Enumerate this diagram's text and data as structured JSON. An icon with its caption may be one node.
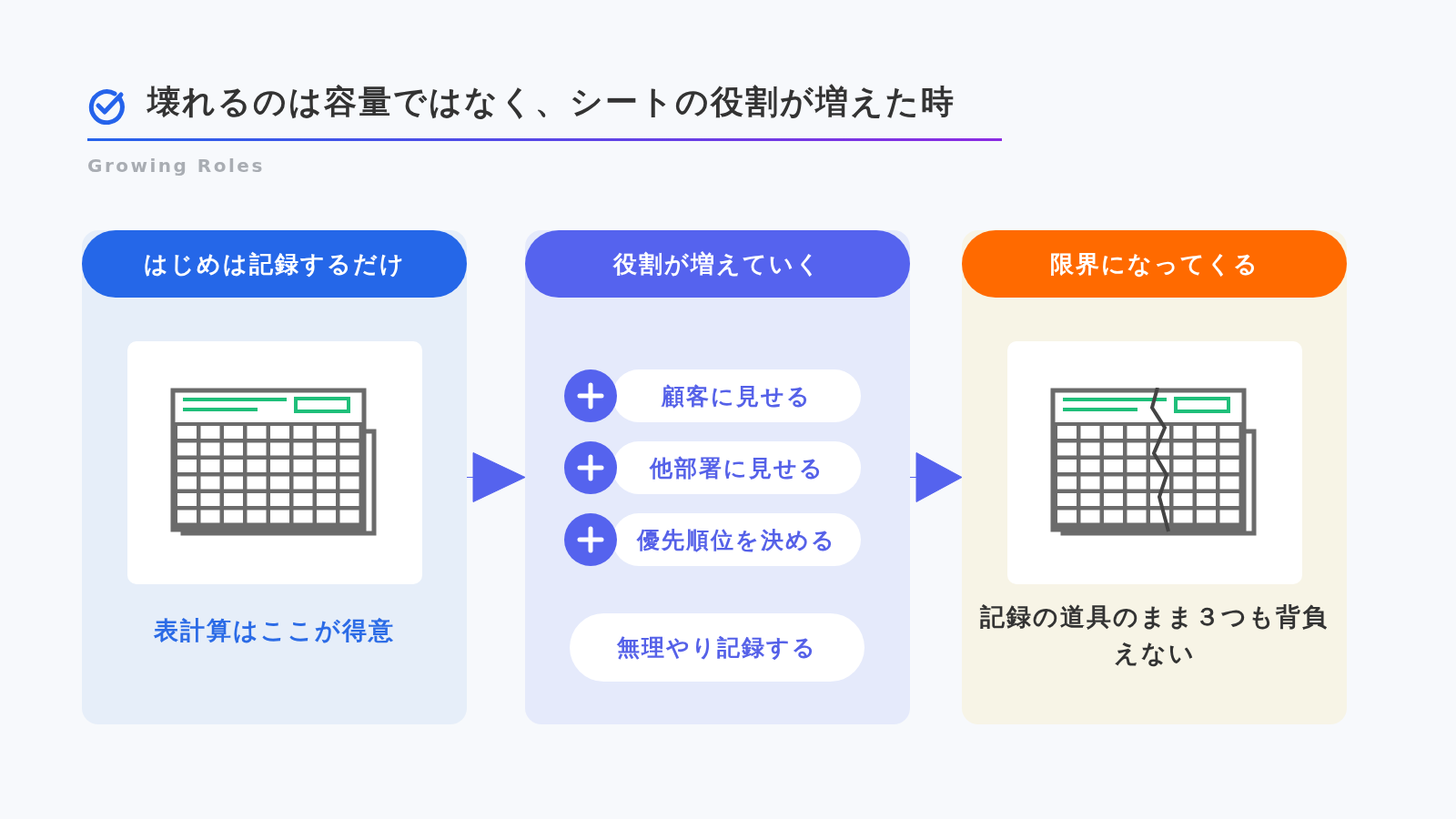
{
  "diagram": {
    "title": "壊れるのは容量ではなく、シートの役割が増えた時",
    "nodes": [
      {
        "text": [
          "はじめは記録するだけ",
          "表計算はここが得意"
        ]
      },
      {
        "text": [
          "役割が増えていく"
        ]
      },
      {
        "text": [
          "顧客に見せる"
        ],
        "in": 1
      },
      {
        "text": [
          "他部署に見せる"
        ],
        "in": 1
      },
      {
        "text": [
          "優先順位を決める"
        ],
        "in": 1
      },
      {
        "text": [
          "無理やり記録する"
        ],
        "in": 1
      },
      {
        "text": [
          "限界になってくる",
          "記録の道具のまま３つも背負えない"
        ]
      }
    ],
    "edges": [
      {
        "from": 0,
        "to": 1,
        "arrow": "to"
      },
      {
        "from": 1,
        "to": 6,
        "arrow": "to"
      }
    ],
    "labels": [
      "Growing Roles"
    ]
  }
}
